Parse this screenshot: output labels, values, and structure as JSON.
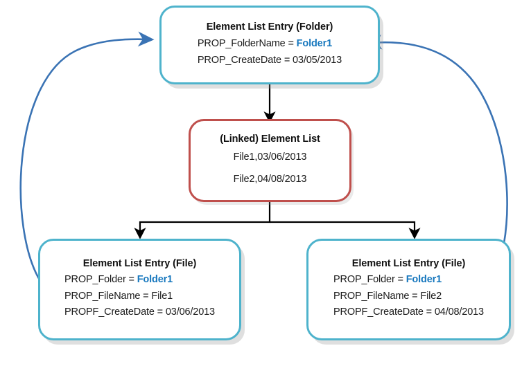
{
  "diagram": {
    "title": "Element List Entry relationship diagram",
    "colors": {
      "teal_border": "#4eb3cc",
      "red_border": "#bf4f4c",
      "highlight_text": "#1878be",
      "black_edge": "#000000",
      "blue_edge": "#3a73b4",
      "background": "#ffffff"
    }
  },
  "nodes": {
    "folder": {
      "title": "Element List Entry (Folder)",
      "rows": [
        {
          "label": "PROP_FolderName = ",
          "value": "Folder1",
          "highlight": true
        },
        {
          "label": "PROP_CreateDate = 03/05/2013",
          "value": "",
          "highlight": false
        }
      ]
    },
    "linked_list": {
      "title": "(Linked) Element List",
      "rows": [
        {
          "label": "File1,03/06/2013",
          "value": "",
          "highlight": false
        },
        {
          "label": "File2,04/08/2013",
          "value": "",
          "highlight": false
        }
      ]
    },
    "file_left": {
      "title": "Element List Entry (File)",
      "rows": [
        {
          "label": "PROP_Folder = ",
          "value": "Folder1",
          "highlight": true
        },
        {
          "label": "PROP_FileName = File1",
          "value": "",
          "highlight": false
        },
        {
          "label": "PROPF_CreateDate = 03/06/2013",
          "value": "",
          "highlight": false
        }
      ]
    },
    "file_right": {
      "title": "Element List Entry (File)",
      "rows": [
        {
          "label": "PROP_Folder = ",
          "value": "Folder1",
          "highlight": true
        },
        {
          "label": "PROP_FileName = File2",
          "value": "",
          "highlight": false
        },
        {
          "label": "PROPF_CreateDate = 04/08/2013",
          "value": "",
          "highlight": false
        }
      ]
    }
  },
  "edges": [
    {
      "name": "folder-to-linked-list",
      "style": "black-arrow",
      "from": "folder",
      "to": "linked_list"
    },
    {
      "name": "linked-list-to-file-left",
      "style": "black-arrow",
      "from": "linked_list",
      "to": "file_left"
    },
    {
      "name": "linked-list-to-file-right",
      "style": "black-arrow",
      "from": "linked_list",
      "to": "file_right"
    },
    {
      "name": "file-left-folder-ref",
      "style": "blue-curve",
      "from": "file_left",
      "to": "folder"
    },
    {
      "name": "file-right-folder-ref",
      "style": "blue-curve",
      "from": "file_right",
      "to": "folder"
    }
  ]
}
